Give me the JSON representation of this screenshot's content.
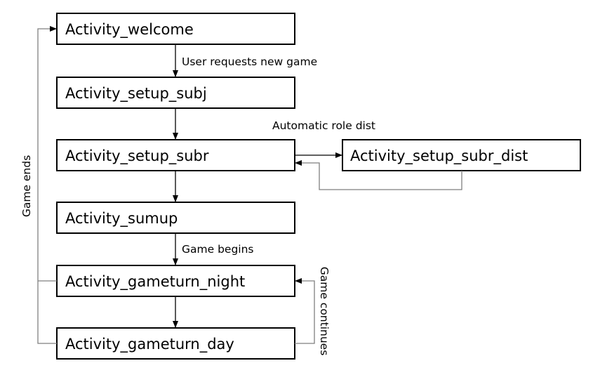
{
  "nodes": {
    "welcome": "Activity_welcome",
    "setup_subj": "Activity_setup_subj",
    "setup_subr": "Activity_setup_subr",
    "setup_subr_dist": "Activity_setup_subr_dist",
    "sumup": "Activity_sumup",
    "gameturn_night": "Activity_gameturn_night",
    "gameturn_day": "Activity_gameturn_day"
  },
  "edge_labels": {
    "new_game": "User requests new game",
    "role_dist": "Automatic role dist",
    "game_begins": "Game begins",
    "game_ends": "Game ends",
    "game_continues": "Game continues"
  },
  "colors": {
    "box_border": "#000000",
    "loop_line": "#7f7f7f",
    "arrow": "#000000"
  }
}
